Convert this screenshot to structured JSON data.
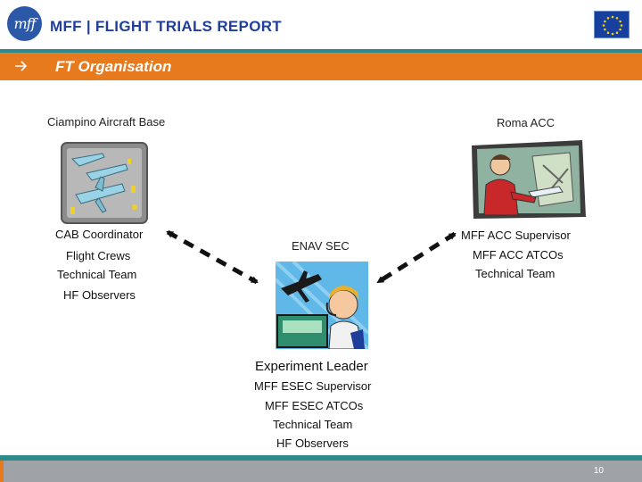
{
  "header": {
    "logo_text": "mff",
    "title": "MFF | FLIGHT TRIALS REPORT"
  },
  "section": {
    "arrow_icon": "right-arrow-icon",
    "title": "FT Organisation"
  },
  "ciampino": {
    "title": "Ciampino Aircraft Base",
    "roles": [
      "CAB Coordinator",
      "Flight Crews",
      "Technical Team",
      "HF Observers"
    ]
  },
  "roma": {
    "title": "Roma ACC",
    "roles": [
      "MFF ACC Supervisor",
      "MFF ACC ATCOs",
      "Technical Team"
    ]
  },
  "enav": {
    "title": "ENAV SEC",
    "leader": "Experiment Leader",
    "roles": [
      "MFF ESEC Supervisor",
      "MFF ESEC ATCOs",
      "Technical Team",
      "HF Observers"
    ]
  },
  "footer": {
    "page_number": "10"
  },
  "colors": {
    "title_blue": "#1f3f9a",
    "section_orange": "#e87a1e",
    "rule_teal": "#2e8b8b",
    "footer_gray": "#9fa3a8"
  }
}
